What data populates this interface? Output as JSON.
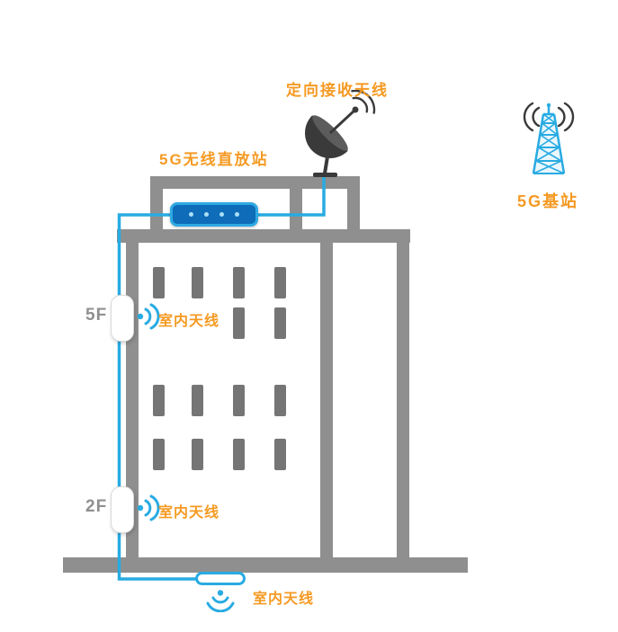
{
  "colors": {
    "accent_orange": "#F59A23",
    "structure_gray": "#8F8F8F",
    "window_gray": "#757575",
    "signal_blue": "#29ABE2",
    "device_blue": "#0E6CB8",
    "icon_dark": "#3A3A3A"
  },
  "labels": {
    "directional_receive_antenna": "定向接收天线",
    "repeater": "5G无线直放站",
    "base_station": "5G基站",
    "floor_5": "5F",
    "floor_2": "2F",
    "indoor_antenna_5f": "室内天线",
    "indoor_antenna_2f": "室内天线",
    "indoor_antenna_ground": "室内天线"
  },
  "icons": {
    "dish": "satellite-dish-icon",
    "tower": "5g-base-station-tower-icon",
    "wifi": "wifi-waves-icon",
    "repeater_indicator_dots": 4
  }
}
